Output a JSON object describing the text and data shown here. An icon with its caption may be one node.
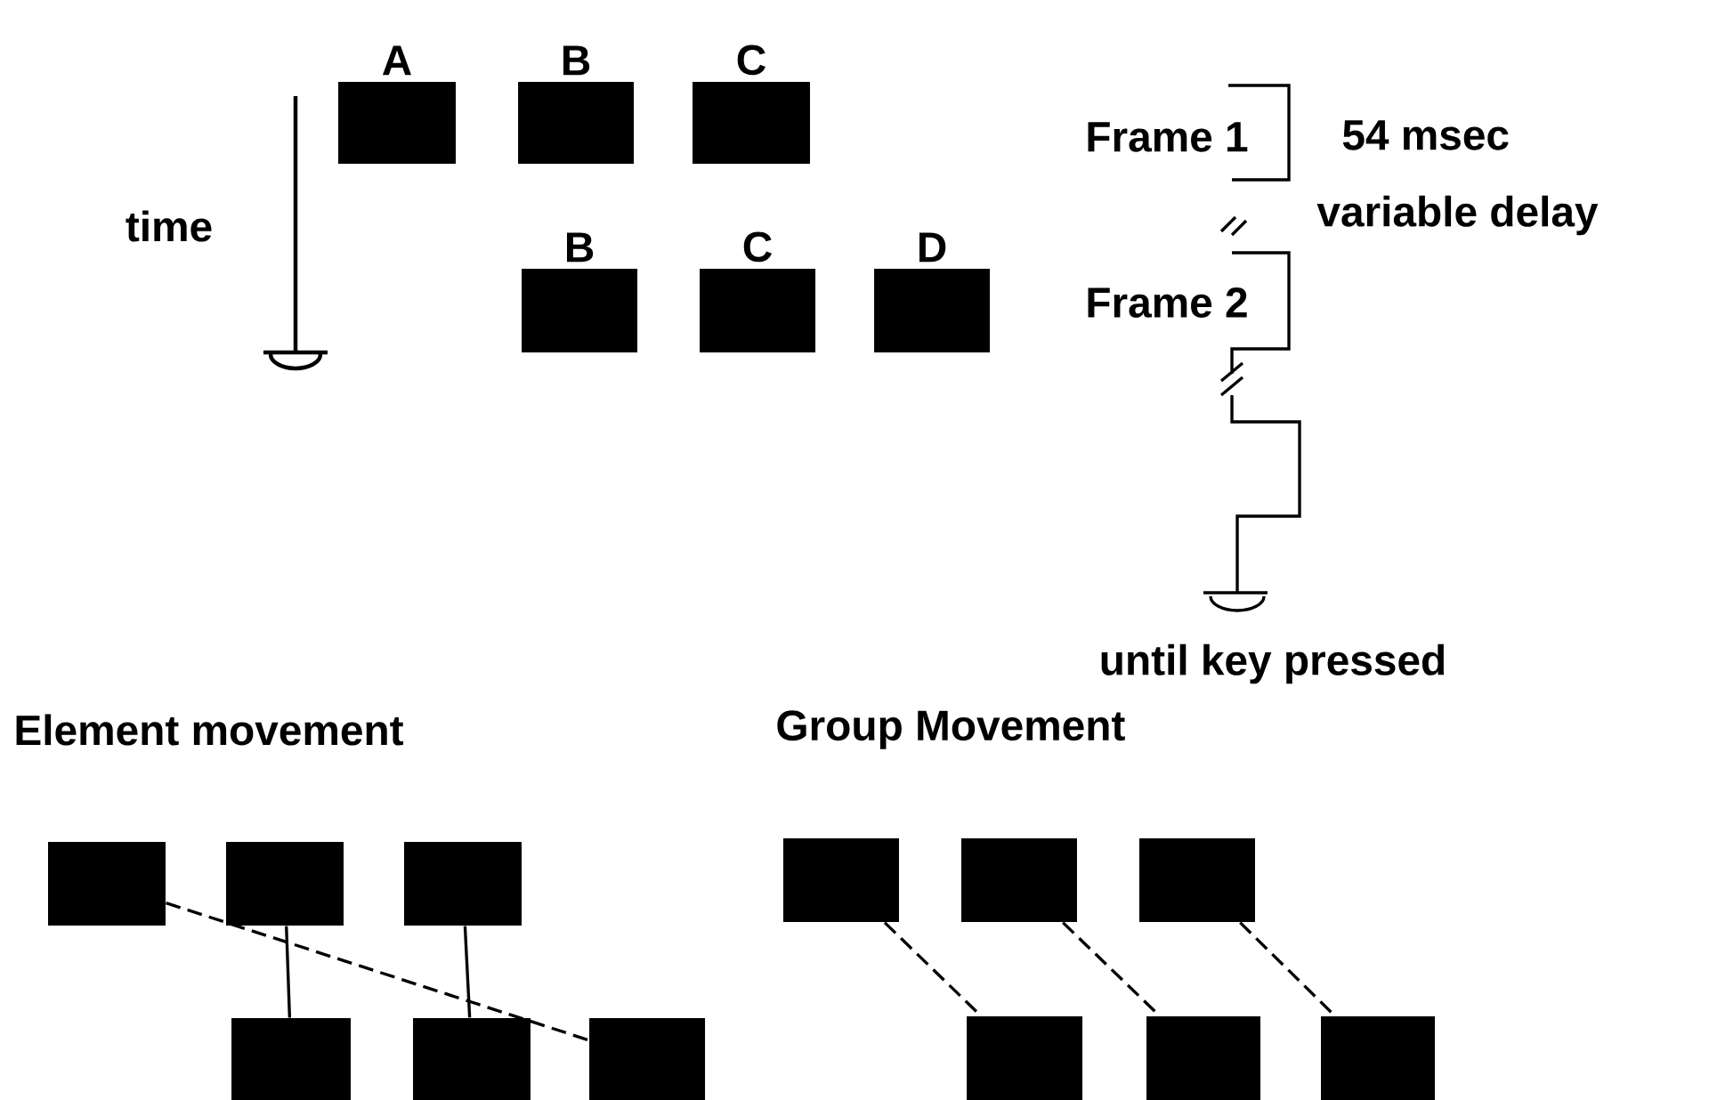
{
  "diagram": {
    "nodes": [
      {
        "text": [
          "A"
        ]
      },
      {
        "text": [
          "B"
        ]
      },
      {
        "text": [
          "C"
        ]
      },
      {
        "text": [
          "B"
        ]
      },
      {
        "text": [
          "C"
        ]
      },
      {
        "text": [
          "D"
        ]
      },
      {
        "text": [],
        "shape": "box"
      },
      {
        "text": [],
        "shape": "box"
      },
      {
        "text": [],
        "shape": "box"
      },
      {
        "text": [],
        "shape": "box"
      },
      {
        "text": [],
        "shape": "box"
      },
      {
        "text": [],
        "shape": "box"
      },
      {
        "text": [],
        "shape": "box"
      },
      {
        "text": [],
        "shape": "box"
      },
      {
        "text": [],
        "shape": "box"
      },
      {
        "text": [],
        "shape": "box"
      },
      {
        "text": [],
        "shape": "box"
      },
      {
        "text": [],
        "shape": "box"
      }
    ],
    "edges": [
      {
        "from": 6,
        "to": 11,
        "arrow": "none",
        "style": "dashed"
      },
      {
        "from": 7,
        "to": 9,
        "arrow": "none"
      },
      {
        "from": 8,
        "to": 10,
        "arrow": "none"
      },
      {
        "from": 12,
        "to": 15,
        "arrow": "none",
        "style": "dashed"
      },
      {
        "from": 13,
        "to": 16,
        "arrow": "none",
        "style": "dashed"
      },
      {
        "from": 14,
        "to": 17,
        "arrow": "none",
        "style": "dashed"
      }
    ],
    "labels": [
      "time",
      "Frame 1",
      "54 msec",
      "variable delay",
      "Frame 2",
      "until key pressed",
      "Element movement",
      "Group Movement"
    ]
  }
}
